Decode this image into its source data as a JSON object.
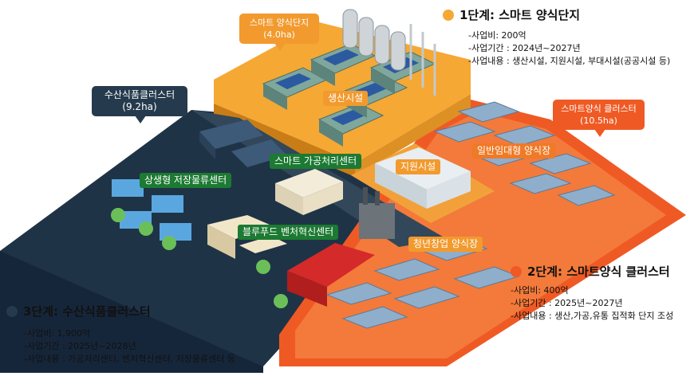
{
  "callouts": {
    "smart_farm_complex": {
      "title": "스마트 양식단지",
      "area": "(4.0ha)"
    },
    "seafood_cluster": {
      "title": "수산식품클러스터",
      "area": "(9.2ha)"
    },
    "smart_aquaculture_cluster": {
      "title": "스마트양식 클러스터",
      "area": "(10.5ha)"
    }
  },
  "facility_labels": {
    "production": "생산시설",
    "processing_center": "스마트 가공처리센터",
    "logistics_center": "상생형 저장물류센터",
    "support": "지원시설",
    "rental_farm": "일반임대형 양식장",
    "bluefood_center": "블루푸드 벤처혁신센터",
    "youth_farm": "청년창업 양식장"
  },
  "phases": [
    {
      "title": "1단계: 스마트 양식단지",
      "color": "#f5a833",
      "lines": [
        "-사업비: 200억",
        "-사업기간 : 2024년~2027년",
        "-사업내용 : 생산시설, 지원시설, 부대시설(공공시설 등)"
      ]
    },
    {
      "title": "2단계: 스마트양식 클러스터",
      "color": "#ef5a24",
      "lines": [
        "-사업비: 400억",
        "-사업기간 : 2025년~2027년",
        "-사업내용 : 생산,가공,유통 집적화 단지 조성"
      ]
    },
    {
      "title": "3단계: 수산식품클러스터",
      "color": "#253a4d",
      "lines": [
        "-사업비: 1,900억",
        "-사업기간 : 2025년~2028년",
        "-사업내용 : 가공처리센터, 벤처혁신센터, 저장물류센터 등"
      ]
    }
  ]
}
